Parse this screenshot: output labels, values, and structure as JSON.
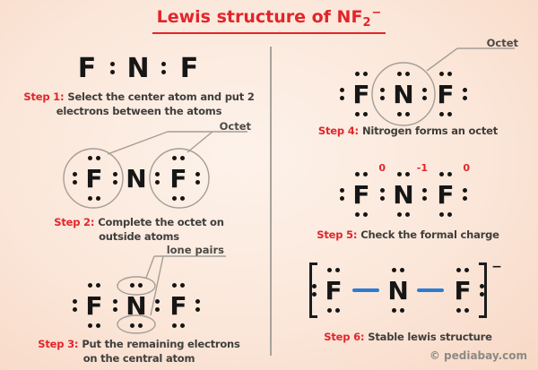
{
  "title": {
    "main": "Lewis structure of NF",
    "sub": "2",
    "sup": "−"
  },
  "annotations": {
    "octet": "Octet",
    "lone_pairs": "lone pairs"
  },
  "footer": "© pediabay.com",
  "colors": {
    "accent_red": "#e2252b",
    "text_dark": "#3f3e3c",
    "bond_blue": "#2b7cd3",
    "annotation_gray": "#a49e95",
    "background": "#fbe7da"
  },
  "steps": [
    {
      "label": "Step 1:",
      "lines": [
        "Select the center atom and put 2",
        "electrons between the atoms"
      ]
    },
    {
      "label": "Step 2:",
      "lines": [
        "Complete the octet on",
        "outside atoms"
      ]
    },
    {
      "label": "Step 3:",
      "lines": [
        "Put the remaining electrons",
        "on the central atom"
      ]
    },
    {
      "label": "Step 4:",
      "lines": [
        "Nitrogen forms an octet"
      ]
    },
    {
      "label": "Step 5:",
      "lines": [
        "Check the formal charge"
      ]
    },
    {
      "label": "Step 6:",
      "lines": [
        "Stable lewis structure"
      ]
    }
  ],
  "structures": {
    "s1": {
      "large": true,
      "atoms": [
        {
          "symbol": "F",
          "dots": []
        },
        {
          "symbol": "N",
          "dots": []
        },
        {
          "symbol": "F",
          "dots": []
        }
      ],
      "connectors": [
        "pair",
        "pair"
      ]
    },
    "s2": {
      "atoms": [
        {
          "symbol": "F",
          "dots": [
            "left",
            "top",
            "bottom"
          ]
        },
        {
          "symbol": "N",
          "dots": []
        },
        {
          "symbol": "F",
          "dots": [
            "top",
            "bottom",
            "right"
          ]
        }
      ],
      "connectors": [
        "pair",
        "pair"
      ]
    },
    "s3": {
      "atoms": [
        {
          "symbol": "F",
          "dots": [
            "left",
            "top",
            "bottom"
          ]
        },
        {
          "symbol": "N",
          "dots": [
            "top",
            "bottom"
          ]
        },
        {
          "symbol": "F",
          "dots": [
            "top",
            "bottom",
            "right"
          ]
        }
      ],
      "connectors": [
        "pair",
        "pair"
      ]
    },
    "s4": {
      "atoms": [
        {
          "symbol": "F",
          "dots": [
            "left",
            "top",
            "bottom"
          ]
        },
        {
          "symbol": "N",
          "dots": [
            "top",
            "bottom"
          ]
        },
        {
          "symbol": "F",
          "dots": [
            "top",
            "bottom",
            "right"
          ]
        }
      ],
      "connectors": [
        "pair",
        "pair"
      ]
    },
    "s5": {
      "atoms": [
        {
          "symbol": "F",
          "dots": [
            "left",
            "top",
            "bottom"
          ],
          "charge": "0"
        },
        {
          "symbol": "N",
          "dots": [
            "top",
            "bottom"
          ],
          "charge": "-1"
        },
        {
          "symbol": "F",
          "dots": [
            "top",
            "bottom",
            "right"
          ],
          "charge": "0"
        }
      ],
      "connectors": [
        "pair",
        "pair"
      ]
    },
    "s6": {
      "bracket": true,
      "bracket_charge": "−",
      "atoms": [
        {
          "symbol": "F",
          "dots": [
            "left",
            "top",
            "bottom"
          ]
        },
        {
          "symbol": "N",
          "dots": [
            "top",
            "bottom"
          ]
        },
        {
          "symbol": "F",
          "dots": [
            "top",
            "bottom",
            "right"
          ]
        }
      ],
      "connectors": [
        "line",
        "line"
      ]
    }
  }
}
